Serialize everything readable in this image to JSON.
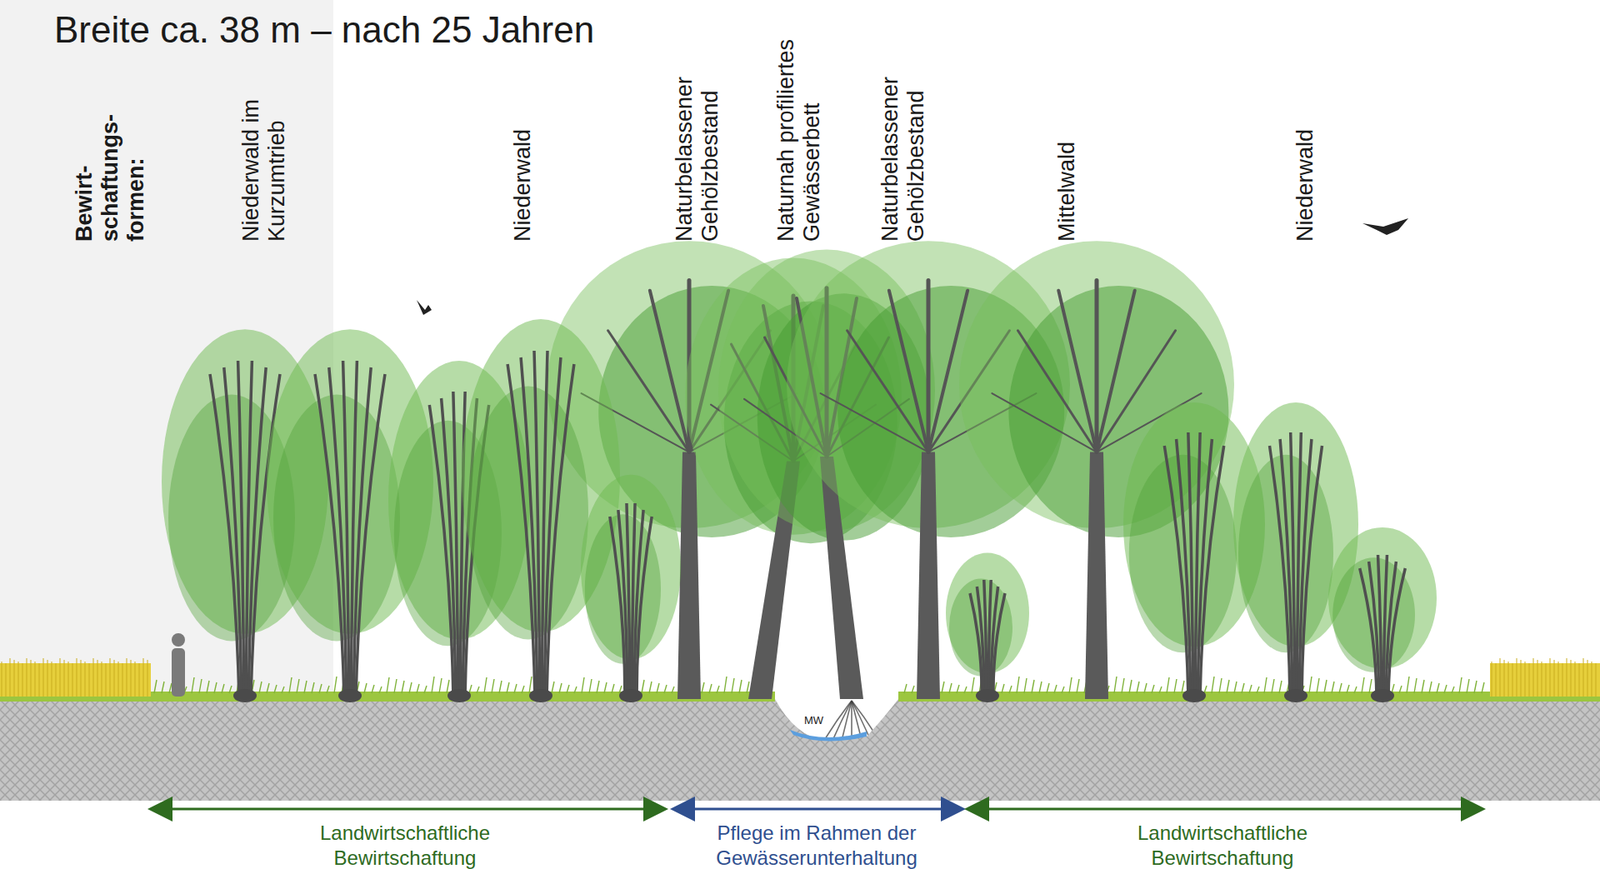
{
  "diagram": {
    "title": "Breite ca. 38 m – nach 25 Jahren",
    "labels": [
      "Bewirt-schaftungs-formen:",
      "Niederwald im Kurzumtrieb",
      "Niederwald",
      "Naturbelassener Gehölzbestand",
      "Naturnah profiliertes Gewässerbett",
      "Naturbelassener Gehölzbestand",
      "Mittelwald",
      "Niederwald",
      "MW",
      "Landwirtschaftliche Bewirtschaftung",
      "Pflege im Rahmen der Gewässerunterhaltung",
      "Landwirtschaftliche Bewirtschaftung"
    ]
  }
}
